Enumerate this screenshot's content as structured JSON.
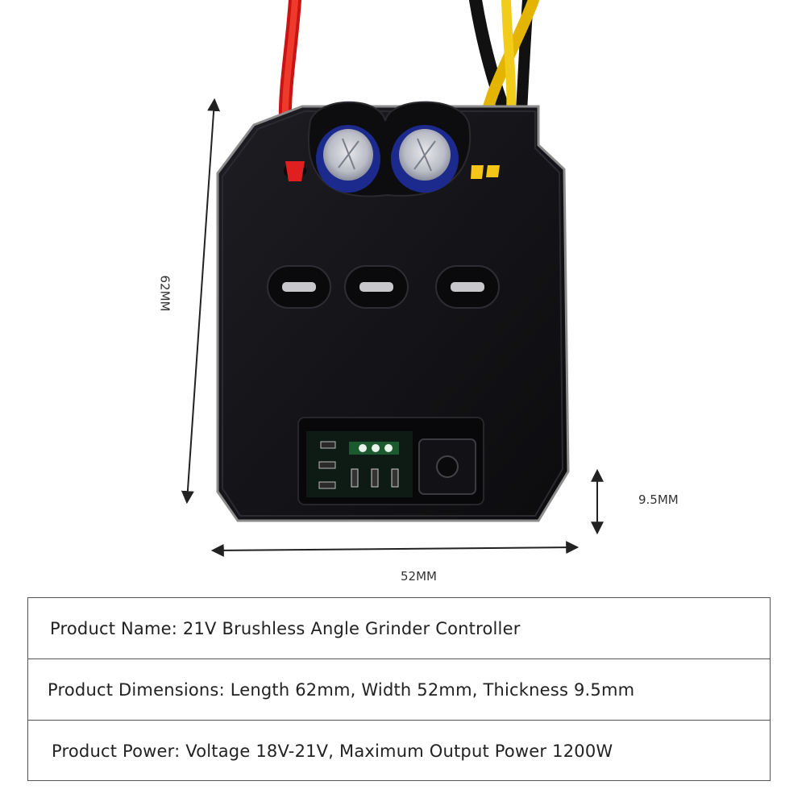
{
  "dimensions": {
    "length": "62MM",
    "width": "52MM",
    "thickness": "9.5MM"
  },
  "specs": [
    "Product Name: 21V Brushless Angle Grinder Controller",
    "Product Dimensions: Length 62mm, Width 52mm, Thickness 9.5mm",
    "Product Power: Voltage 18V-21V, Maximum Output Power 1200W"
  ],
  "colors": {
    "board": "#141417",
    "red_wire": "#e02020",
    "yellow_wire": "#f5c518",
    "black_wire": "#1a1a1a",
    "capacitor": "#1b2a8c"
  }
}
